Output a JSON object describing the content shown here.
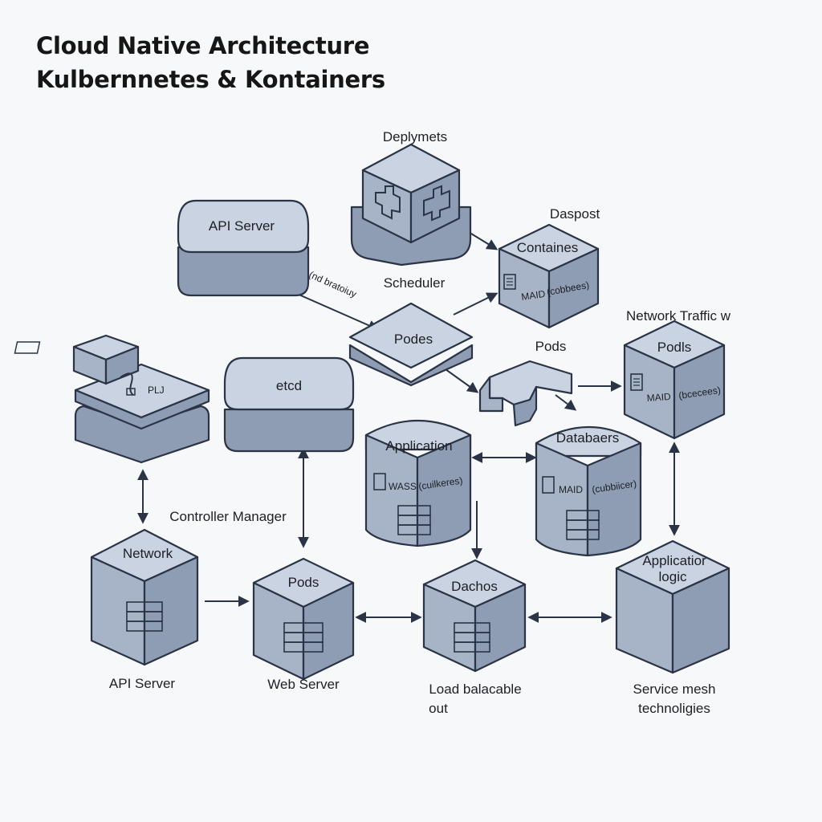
{
  "title": {
    "line1": "Cloud Native Architecture",
    "line2": "Kulbernnetes & Kontainers"
  },
  "labels": {
    "deployments": "Deplymets",
    "api_server_top": "API Server",
    "daspost": "Daspost",
    "containers": "Containes",
    "containers_tag_left": "MAID",
    "containers_tag_right": "(cobbees)",
    "scheduler": "Scheduler",
    "edge_annotation": "(nd bratoiuy",
    "podes": "Podes",
    "pods_middle": "Pods",
    "network_traffic": "Network Traffic w",
    "pods_right": "Podls",
    "pods_right_tag_left": "MAID",
    "pods_right_tag_right": "(bcecees)",
    "plu": "PLJ",
    "etcd": "etcd",
    "application": "Application",
    "application_tag_left": "WASS",
    "application_tag_right": "(cuilkeres)",
    "databases": "Databaers",
    "databases_tag_left": "MAID",
    "databases_tag_right": "(cubbiicer)",
    "controller_manager": "Controller Manager",
    "network": "Network",
    "pods_bottom": "Pods",
    "dachos": "Dachos",
    "application_logic_1": "Applicatior",
    "application_logic_2": "logic",
    "api_server_bottom": "API Server",
    "web_server": "Web Server",
    "load_balancable_1": "Load balacable",
    "load_balancable_2": "out",
    "service_mesh_1": "Service mesh",
    "service_mesh_2": "technoligies"
  },
  "colors": {
    "top_face": "#c9d3e2",
    "left_face": "#a7b4c8",
    "right_face": "#8e9db4",
    "outline": "#2b3446",
    "background": "#f7f8f9"
  }
}
